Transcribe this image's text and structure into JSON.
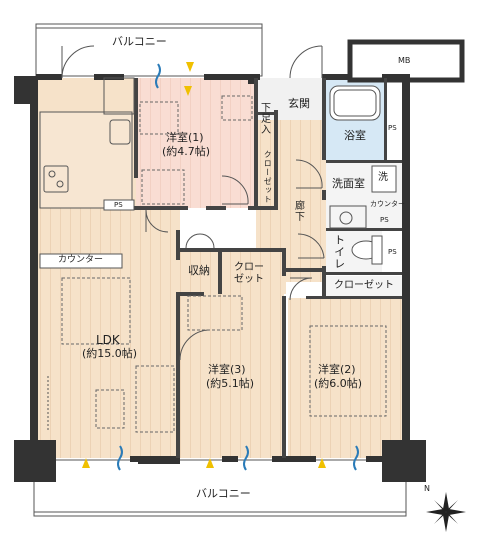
{
  "colors": {
    "wall": "#333333",
    "wood": "#f6e2c9",
    "wood_line": "#d9b08a",
    "bedroom1": "#f9ddd3",
    "bedroom_line": "#e3b4a2",
    "bath": "#d6e8f5",
    "floor_plain": "#f3f3f3",
    "balcony": "#ffffff",
    "window_blue": "#2a7bb8",
    "arrow_yellow": "#f0c000",
    "furniture": "#666666"
  },
  "labels": {
    "balcony_top": "バルコニー",
    "balcony_bottom": "バルコニー",
    "mb": "MB",
    "entrance": "玄関",
    "shoe_storage": "下足入",
    "bathroom": "浴室",
    "washroom": "洗面室",
    "washer": "洗",
    "toilet": "トイレ",
    "hallway": "廊下",
    "counter_wash": "カウンター",
    "ps_bath": "PS",
    "ps_wash": "PS",
    "ps_toilet": "PS",
    "ps_kitchen": "PS",
    "counter": "カウンター",
    "storage": "収納",
    "closet_1": "クローゼット",
    "closet_3": "クロー\nゼット",
    "closet_2": "クローゼット",
    "ldk_name": "LDK",
    "ldk_size": "(約15.0帖)",
    "room1_name": "洋室(1)",
    "room1_size": "(約4.7帖)",
    "room3_name": "洋室(3)",
    "room3_size": "(約5.1帖)",
    "room2_name": "洋室(2)",
    "room2_size": "(約6.0帖)",
    "compass": "N"
  }
}
